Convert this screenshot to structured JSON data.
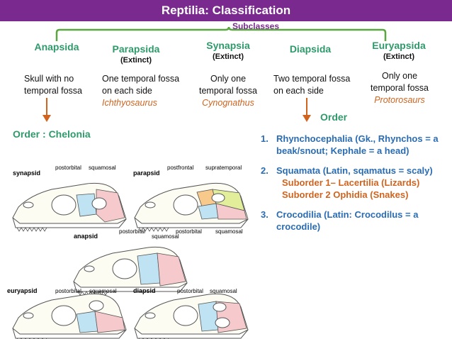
{
  "title": "Reptilia: Classification",
  "subclasses_label": "Subclasses",
  "subclasses": [
    {
      "name": "Anapsida",
      "extinct": "",
      "desc": [
        "Skull with no",
        "temporal fossa"
      ],
      "example": ""
    },
    {
      "name": "Parapsida",
      "extinct": "(Extinct)",
      "desc": [
        "One temporal fossa",
        "on each side"
      ],
      "example": "Ichthyosaurus"
    },
    {
      "name": "Synapsia",
      "extinct": "(Extinct)",
      "desc": [
        "Only one",
        "temporal fossa"
      ],
      "example": "Cynognathus"
    },
    {
      "name": "Diapsida",
      "extinct": "",
      "desc": [
        "Two temporal fossa",
        "on each side"
      ],
      "example": ""
    },
    {
      "name": "Euryapsida",
      "extinct": "(Extinct)",
      "desc": [
        "Only one",
        "temporal fossa"
      ],
      "example": "Protorosaurs"
    }
  ],
  "anapsida_order": "Order : Chelonia",
  "diapsida_order_heading": "Order",
  "orders": [
    {
      "num": "1.",
      "lines": [
        "Rhynchocephalia (Gk., Rhynchos = a",
        "beak/snout; Kephale = a head)"
      ],
      "sub": []
    },
    {
      "num": "2.",
      "lines": [
        "Squamata (Latin, sqamatus = scaly)"
      ],
      "sub": [
        "Suborder 1– Lacertilia (Lizards)",
        "Suborder 2 Ophidia (Snakes)"
      ]
    },
    {
      "num": "3.",
      "lines": [
        "Crocodilia (Latin: Crocodilus = a",
        "crocodile)"
      ],
      "sub": []
    }
  ],
  "skulls": {
    "synapsid": {
      "title": "synapsid",
      "labels": [
        "postorbital",
        "squamosal"
      ]
    },
    "parapsid": {
      "title": "parapsid",
      "labels": [
        "postfrontal",
        "supratemporal",
        "postorbital",
        "squamosal"
      ]
    },
    "anapsid": {
      "title": "anapsid",
      "labels": [
        "postorbital",
        "squamosal"
      ]
    },
    "euryapsid": {
      "title": "euryapsid",
      "labels": [
        "postorbital",
        "squamosal"
      ]
    },
    "diapsid": {
      "title": "diapsid",
      "labels": [
        "postorbital",
        "squamosal"
      ]
    }
  },
  "colors": {
    "title_bar": "#7a2a8e",
    "green": "#2e9a6a",
    "blue": "#2a6cb3",
    "orange": "#d0641f",
    "postorbital": "#bfe3f2",
    "squamosal": "#f6c9cc",
    "postfrontal": "#f7c98a",
    "supratemporal": "#e3ee9a"
  }
}
